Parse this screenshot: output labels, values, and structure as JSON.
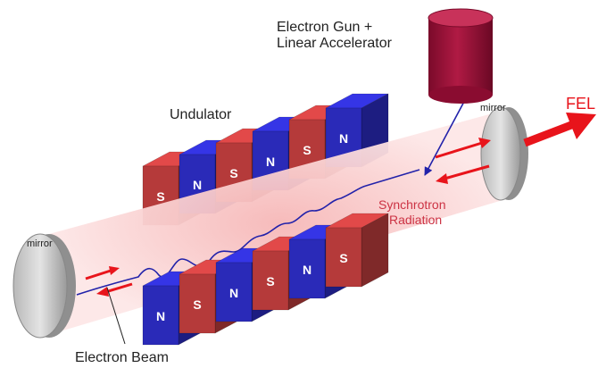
{
  "labels": {
    "gun_line1": "Electron Gun +",
    "gun_line2": "Linear Accelerator",
    "undulator": "Undulator",
    "mirror_left": "mirror",
    "mirror_right": "mirror",
    "fel": "FEL",
    "synch_line1": "Synchrotron",
    "synch_line2": "Radiation",
    "electron_beam": "Electron Beam"
  },
  "magnets": {
    "back_row": [
      "S",
      "N",
      "S",
      "N",
      "S",
      "N"
    ],
    "front_row": [
      "N",
      "S",
      "N",
      "S",
      "N",
      "S"
    ]
  },
  "colors": {
    "north_pole": "#2a2ab8",
    "south_pole": "#b53a3a",
    "beam": "#2222aa",
    "laser_arrow": "#e8141b",
    "synchrotron_text": "#cc3344",
    "gun_body": "#a01038"
  }
}
